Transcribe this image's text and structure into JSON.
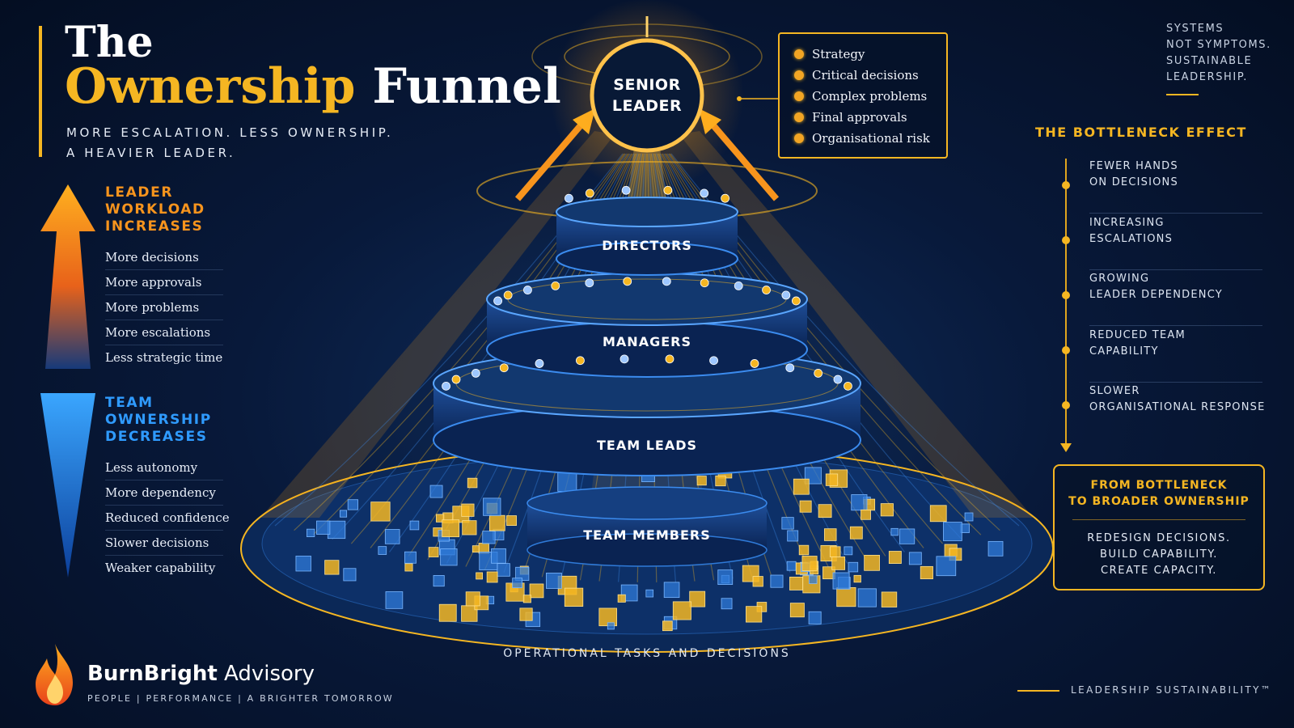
{
  "title": {
    "the": "The",
    "highlight": "Ownership",
    "rest": "Funnel",
    "subtitle_line1": "MORE ESCALATION. LESS OWNERSHIP.",
    "subtitle_line2": "A HEAVIER LEADER."
  },
  "workload": {
    "heading": [
      "LEADER",
      "WORKLOAD",
      "INCREASES"
    ],
    "items": [
      "More decisions",
      "More approvals",
      "More problems",
      "More escalations",
      "Less strategic time"
    ]
  },
  "ownership": {
    "heading": [
      "TEAM",
      "OWNERSHIP",
      "DECREASES"
    ],
    "items": [
      "Less autonomy",
      "More dependency",
      "Reduced confidence",
      "Slower decisions",
      "Weaker capability"
    ]
  },
  "funnel": {
    "senior": [
      "SENIOR",
      "LEADER"
    ],
    "tiers": [
      "DIRECTORS",
      "MANAGERS",
      "TEAM LEADS",
      "TEAM MEMBERS"
    ],
    "base": "OPERATIONAL TASKS AND DECISIONS"
  },
  "senior_box": {
    "items": [
      "Strategy",
      "Critical decisions",
      "Complex problems",
      "Final approvals",
      "Organisational risk"
    ]
  },
  "tagline": [
    "SYSTEMS",
    "NOT SYMPTOMS.",
    "SUSTAINABLE",
    "LEADERSHIP."
  ],
  "bottleneck": {
    "title": "THE BOTTLENECK EFFECT",
    "items": [
      [
        "FEWER HANDS",
        "ON DECISIONS"
      ],
      [
        "INCREASING",
        "ESCALATIONS"
      ],
      [
        "GROWING",
        "LEADER DEPENDENCY"
      ],
      [
        "REDUCED TEAM",
        "CAPABILITY"
      ],
      [
        "SLOWER",
        "ORGANISATIONAL RESPONSE"
      ]
    ]
  },
  "broader": {
    "title": [
      "FROM BOTTLENECK",
      "TO BROADER OWNERSHIP"
    ],
    "lines": [
      "REDESIGN DECISIONS.",
      "BUILD CAPABILITY.",
      "CREATE CAPACITY."
    ]
  },
  "brand": {
    "name_bold": "BurnBright",
    "name_light": " Advisory",
    "tagline": "PEOPLE | PERFORMANCE | A BRIGHTER TOMORROW"
  },
  "footer": "LEADERSHIP SUSTAINABILITY™",
  "colors": {
    "accent": "#f5b622",
    "orange": "#f7941d",
    "blue": "#2f9bff",
    "background": "#061630"
  }
}
